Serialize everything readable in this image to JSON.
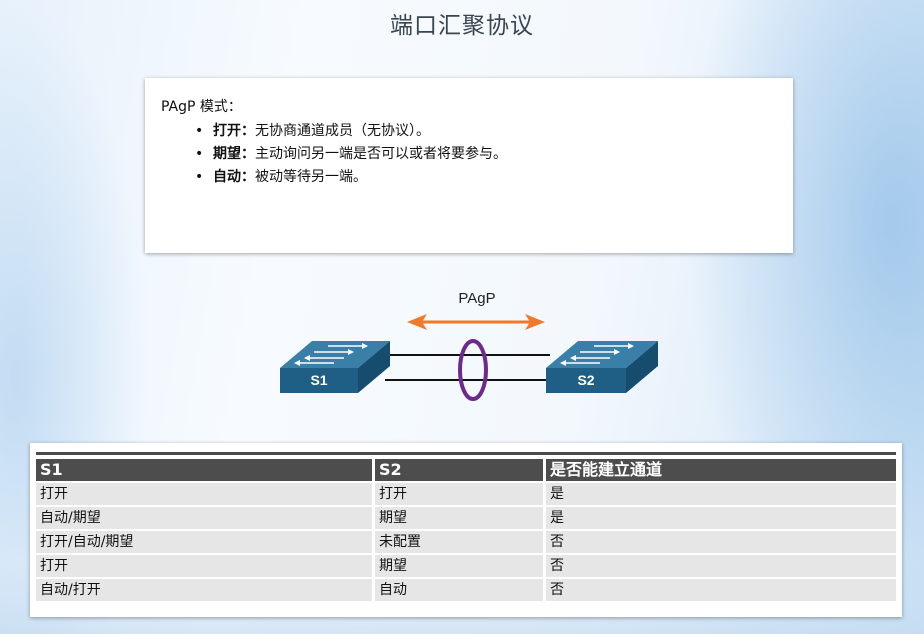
{
  "title": "端口汇聚协议",
  "modes": {
    "heading": "PAgP 模式：",
    "items": [
      {
        "name": "打开：",
        "desc": "无协商通道成员（无协议）。"
      },
      {
        "name": "期望：",
        "desc": "主动询问另一端是否可以或者将要参与。"
      },
      {
        "name": "自动：",
        "desc": "被动等待另一端。"
      }
    ]
  },
  "diagram": {
    "protocol_label": "PAgP",
    "switch_left": "S1",
    "switch_right": "S2",
    "colors": {
      "arrow": "#f07a2a",
      "switch_top": "#3a7fa8",
      "switch_front": "#1f5f86",
      "bundle_ring": "#6b2a8c"
    }
  },
  "table": {
    "headers": [
      "S1",
      "S2",
      "是否能建立通道"
    ],
    "rows": [
      [
        "打开",
        "打开",
        "是"
      ],
      [
        "自动/期望",
        "期望",
        "是"
      ],
      [
        "打开/自动/期望",
        "未配置",
        "否"
      ],
      [
        "打开",
        "期望",
        "否"
      ],
      [
        "自动/打开",
        "自动",
        "否"
      ]
    ]
  }
}
